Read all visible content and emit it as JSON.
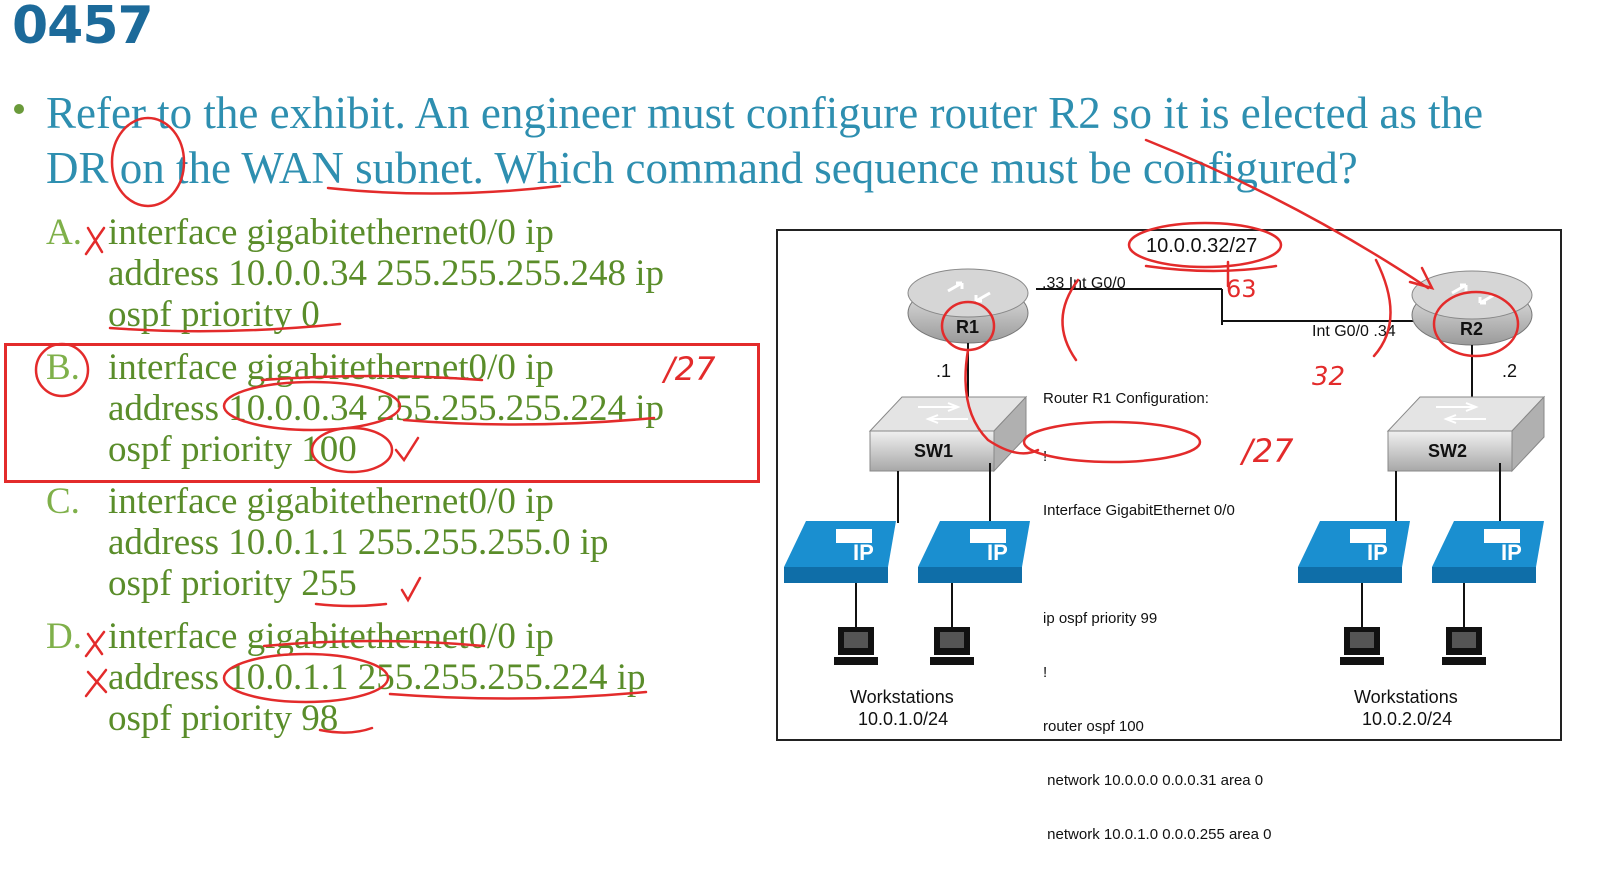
{
  "title": "0457",
  "question": "Refer to the exhibit. An engineer must configure router R2 so it is elected as the DR on the WAN subnet. Which command sequence must be configured?",
  "options": [
    {
      "letter": "A.",
      "line1": "interface gigabitethernet0/0 ip",
      "line2": "address 10.0.0.34 255.255.255.248 ip",
      "line3": "ospf priority 0"
    },
    {
      "letter": "B.",
      "line1": "interface gigabitethernet0/0 ip",
      "line2": "address 10.0.0.34 255.255.255.224 ip",
      "line3": "ospf priority 100"
    },
    {
      "letter": "C.",
      "line1": "interface gigabitethernet0/0 ip",
      "line2": "address 10.0.1.1 255.255.255.0 ip",
      "line3": "ospf priority 255"
    },
    {
      "letter": "D.",
      "line1": "interface gigabitethernet0/0 ip",
      "line2": "address 10.0.1.1 255.255.255.224 ip",
      "line3": "ospf priority 98"
    }
  ],
  "exhibit": {
    "wan_subnet": "10.0.0.32/27",
    "r1_label": "R1",
    "r2_label": "R2",
    "r1_port": ".33 Int G0/0",
    "r2_port": "Int G0/0  .34",
    "r1_lan_ip": ".1",
    "r2_lan_ip": ".2",
    "sw1_label": "SW1",
    "sw2_label": "SW2",
    "config_lines": [
      "Router R1 Configuration:",
      "!",
      "Interface GigabitEthernet 0/0",
      "ip ospf priority 99",
      "!",
      "router ospf 100",
      " network 10.0.0.0 0.0.0.31 area 0",
      " network 10.0.1.0 0.0.0.255 area 0"
    ],
    "ws1_title": "Workstations",
    "ws1_subnet": "10.0.1.0/24",
    "ws2_title": "Workstations",
    "ws2_subnet": "10.0.2.0/24",
    "phone_label": "IP"
  },
  "annotations": {
    "a63": "63",
    "mask27_top": "/27",
    "mask27_mid": "/27",
    "n32": "32"
  },
  "colors": {
    "title": "#1c6a9a",
    "question": "#2e8fb0",
    "option_text": "#5a8d2a",
    "annotation": "#e32b2b",
    "phone": "#1a8fd0"
  }
}
